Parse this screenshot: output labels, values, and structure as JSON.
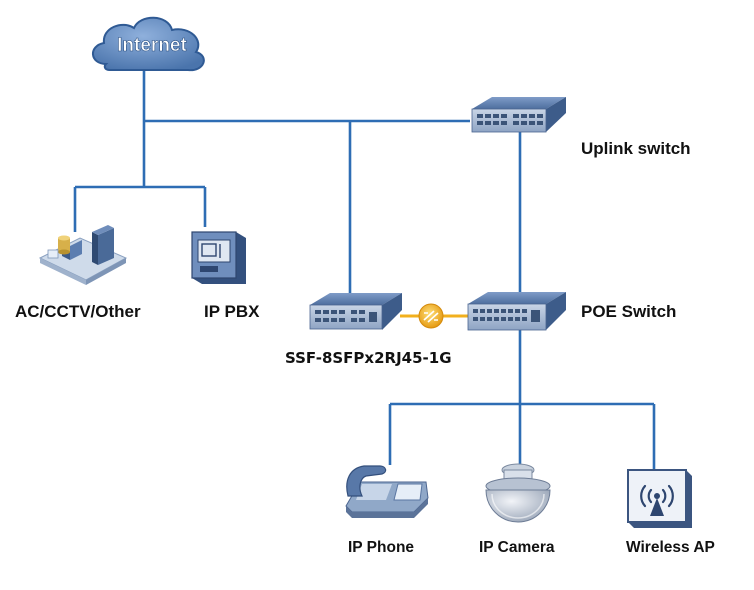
{
  "nodes": {
    "internet": {
      "label": "Internet"
    },
    "uplink_switch": {
      "label": "Uplink switch"
    },
    "ac_cctv_other": {
      "label": "AC/CCTV/Other"
    },
    "ip_pbx": {
      "label": "IP PBX"
    },
    "media_converter": {
      "label": "SSF-8SFPx2RJ45-1G"
    },
    "poe_switch": {
      "label": "POE Switch"
    },
    "ip_phone": {
      "label": "IP Phone"
    },
    "ip_camera": {
      "label": "IP Camera"
    },
    "wireless_ap": {
      "label": "Wireless AP"
    }
  },
  "colors": {
    "link_line": "#2e6db4",
    "fiber_link": "#f2b01e",
    "device_blue": "#5878a8",
    "cloud": "#5c87c0"
  },
  "icons": {
    "internet": "cloud-icon",
    "uplink_switch": "switch-icon",
    "ac_cctv_other": "server-rack-icon",
    "ip_pbx": "pbx-icon",
    "media_converter": "switch-icon",
    "poe_switch": "switch-icon",
    "ip_phone": "phone-icon",
    "ip_camera": "dome-camera-icon",
    "wireless_ap": "wireless-ap-icon",
    "fiber": "fiber-connector-icon"
  }
}
